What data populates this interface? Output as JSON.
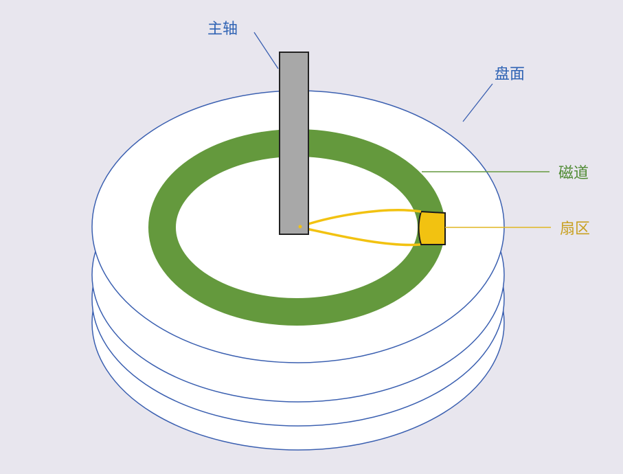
{
  "labels": {
    "spindle": "主轴",
    "platter": "盘面",
    "track": "磁道",
    "sector": "扇区"
  },
  "colors": {
    "background": "#e8e6ee",
    "platter_fill": "#ffffff",
    "platter_edge": "#3a5fb0",
    "track": "#64993d",
    "sector": "#f2c211",
    "sector_label": "#c8a020",
    "track_label": "#4e8a32",
    "blue_label": "#2f63b4",
    "spindle_fill": "#a8a8a8",
    "spindle_edge": "#222222"
  },
  "platter_count": 4
}
